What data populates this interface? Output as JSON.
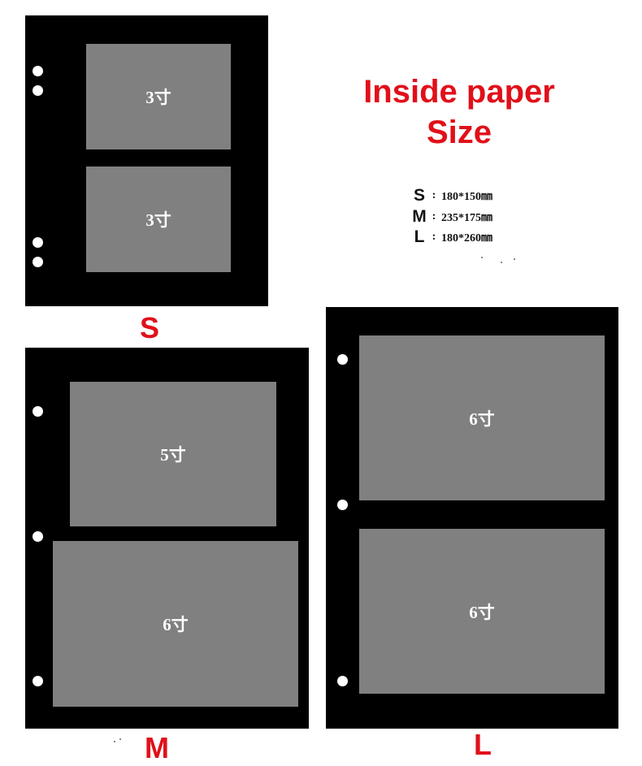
{
  "colors": {
    "page": "#000000",
    "photo": "#808080",
    "accent": "#e0101a",
    "hole": "#ffffff"
  },
  "title": {
    "line1": "Inside paper",
    "line2": "Size"
  },
  "specs": [
    {
      "letter": "S",
      "colon": ":",
      "value": "180*150㎜"
    },
    {
      "letter": "M",
      "colon": ":",
      "value": "235*175㎜"
    },
    {
      "letter": "L",
      "colon": ":",
      "value": "180*260㎜"
    }
  ],
  "pages": {
    "s": {
      "label": "S",
      "photos": [
        "3寸",
        "3寸"
      ]
    },
    "m": {
      "label": "M",
      "photos": [
        "5寸",
        "6寸"
      ]
    },
    "l": {
      "label": "L",
      "photos": [
        "6寸",
        "6寸"
      ]
    }
  }
}
